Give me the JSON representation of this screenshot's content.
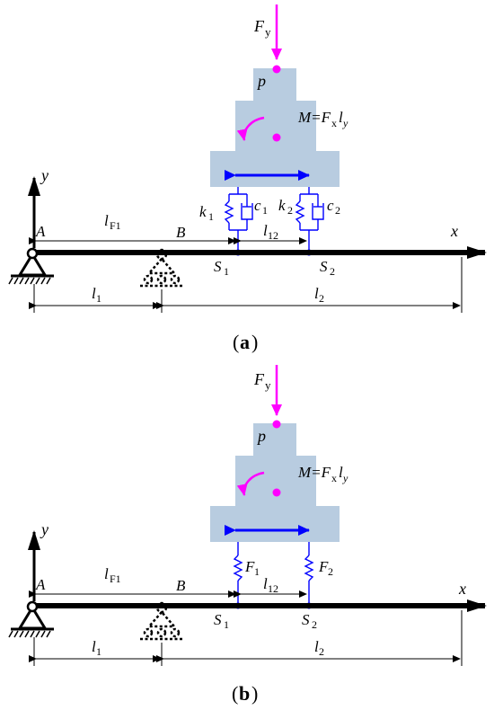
{
  "colors": {
    "beam": "#000000",
    "block": "#b8cce0",
    "force": "#ff00ff",
    "spring": "#0000ff",
    "arrow_blue": "#0000ff"
  },
  "icons": {
    "pin_support": "pin-support-icon",
    "roller_support": "roller-support-icon",
    "spring": "spring-icon",
    "damper": "damper-icon"
  },
  "figures": [
    {
      "caption_letter": "a",
      "labels": {
        "Fy_main": "F",
        "Fy_sub": "y",
        "p": "p",
        "M_pre": "M=F",
        "M_sub_x": "x",
        "M_l": "l",
        "M_sub_y": "y",
        "y_axis": "y",
        "x_axis": "x",
        "A": "A",
        "B": "B",
        "lF1_main": "l",
        "lF1_sub": "F1",
        "l12_main": "l",
        "l12_sub": "12",
        "l1_main": "l",
        "l1_sub": "1",
        "l2_main": "l",
        "l2_sub": "2",
        "S1_main": "S",
        "S1_sub": "1",
        "S2_main": "S",
        "S2_sub": "2",
        "k1_main": "k",
        "k1_sub": "1",
        "c1_main": "c",
        "c1_sub": "1",
        "k2_main": "k",
        "k2_sub": "2",
        "c2_main": "c",
        "c2_sub": "2"
      }
    },
    {
      "caption_letter": "b",
      "labels": {
        "Fy_main": "F",
        "Fy_sub": "y",
        "p": "p",
        "M_pre": "M=F",
        "M_sub_x": "x",
        "M_l": "l",
        "M_sub_y": "y",
        "y_axis": "y",
        "x_axis": "x",
        "A": "A",
        "B": "B",
        "lF1_main": "l",
        "lF1_sub": "F1",
        "l12_main": "l",
        "l12_sub": "12",
        "l1_main": "l",
        "l1_sub": "1",
        "l2_main": "l",
        "l2_sub": "2",
        "S1_main": "S",
        "S1_sub": "1",
        "S2_main": "S",
        "S2_sub": "2",
        "F1_main": "F",
        "F1_sub": "1",
        "F2_main": "F",
        "F2_sub": "2"
      }
    }
  ]
}
